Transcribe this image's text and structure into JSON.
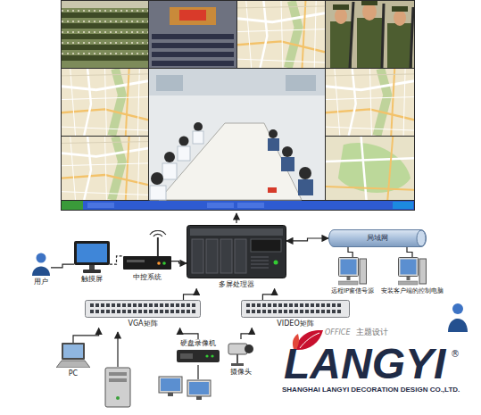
{
  "diagram": {
    "nodes": [
      {
        "text": [
          "用户"
        ]
      },
      {
        "text": [
          "触摸屏"
        ]
      },
      {
        "text": [
          "中控系统"
        ]
      },
      {
        "text": [
          "多屏处理器"
        ]
      },
      {
        "text": [
          "局域网"
        ]
      },
      {
        "text": [
          "远程IP窗信号源"
        ]
      },
      {
        "text": [
          "安装客户端的控制电脑"
        ]
      },
      {
        "text": [
          "VGA矩阵"
        ]
      },
      {
        "text": [
          "VIDEO矩阵"
        ]
      },
      {
        "text": [
          "PC"
        ]
      },
      {
        "text": [
          "硬盘录像机"
        ]
      },
      {
        "text": [
          "摄像头"
        ]
      }
    ],
    "edges": [
      {
        "from": 0,
        "to": 1,
        "arrow": "none"
      },
      {
        "from": 1,
        "to": 2,
        "arrow": "none"
      },
      {
        "from": 2,
        "to": 3,
        "arrow": "to"
      },
      {
        "from": 3,
        "to": 4,
        "arrow": "both"
      },
      {
        "from": 4,
        "to": 5,
        "arrow": "none"
      },
      {
        "from": 4,
        "to": 6,
        "arrow": "none"
      },
      {
        "from": 7,
        "to": 3,
        "arrow": "to"
      },
      {
        "from": 8,
        "to": 3,
        "arrow": "to"
      },
      {
        "from": 9,
        "to": 7,
        "arrow": "to"
      },
      {
        "from": 10,
        "to": 7,
        "arrow": "to"
      },
      {
        "from": 11,
        "to": 8,
        "arrow": "to"
      }
    ],
    "labels": [
      "OFFICE",
      "主题设计",
      "LANGYI",
      "®",
      "SHANGHAI LANGYI DECORATION DESIGN CO.,LTD."
    ]
  }
}
